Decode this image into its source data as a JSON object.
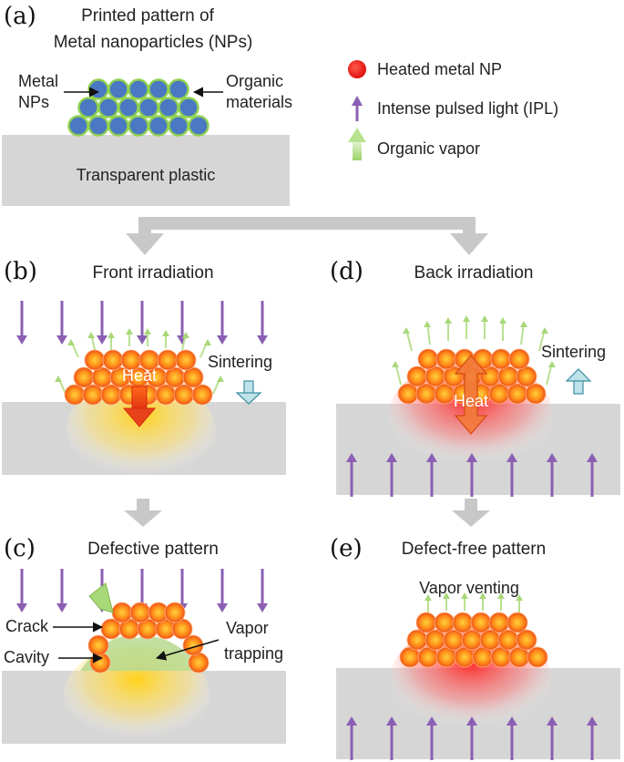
{
  "panel_a": {
    "letter": "(a)",
    "title_line1": "Printed pattern of",
    "title_line2": "Metal nanoparticles (NPs)",
    "label_metal_line1": "Metal",
    "label_metal_line2": "NPs",
    "label_organic_line1": "Organic",
    "label_organic_line2": "materials",
    "substrate_label": "Transparent plastic"
  },
  "legend": {
    "heated_np": "Heated metal NP",
    "ipl": "Intense pulsed light (IPL)",
    "vapor": "Organic vapor"
  },
  "panel_b": {
    "letter": "(b)",
    "title": "Front irradiation",
    "heat": "Heat",
    "sintering": "Sintering"
  },
  "panel_d": {
    "letter": "(d)",
    "title": "Back irradiation",
    "heat": "Heat",
    "sintering": "Sintering"
  },
  "panel_c": {
    "letter": "(c)",
    "title": "Defective pattern",
    "crack": "Crack",
    "cavity": "Cavity",
    "vapor_line1": "Vapor",
    "vapor_line2": "trapping"
  },
  "panel_e": {
    "letter": "(e)",
    "title": "Defect-free pattern",
    "vent": "Vapor venting"
  },
  "colors": {
    "np_blue": "#4a78c2",
    "np_green_ring": "#8fd14f",
    "substrate": "#d6d6d6",
    "ipl_purple": "#8b5fb3",
    "np_orange": "#f05a1e",
    "flow_arrow": "#c8c8c8"
  }
}
